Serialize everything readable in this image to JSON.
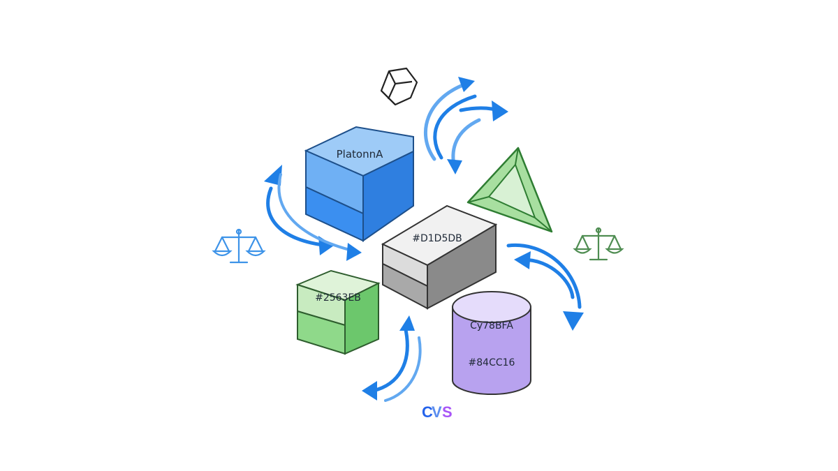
{
  "diagram": {
    "blocks": {
      "blue_box": {
        "label": "PlatonnA",
        "top": "#9ecbf7",
        "front": "#6fb0f4",
        "front_low": "#3b8ff0",
        "side": "#2f7fe0"
      },
      "gray_box": {
        "label": "#D1D5DB",
        "top": "#f1f1f1",
        "front": "#dcdcdc",
        "front_low": "#a9a9a9",
        "side": "#8a8a8a"
      },
      "green_box": {
        "label": "#2563EB",
        "top": "#dff3d9",
        "front": "#c8ebc0",
        "front_low": "#8fd98a",
        "side": "#6cc76c"
      },
      "cylinder": {
        "label_top": "Cy78BFA",
        "label_body": "#84CC16",
        "top": "#e5dcfb",
        "body": "#b8a2ef"
      }
    },
    "logo_text": {
      "c": "C",
      "v": "V",
      "s": "S"
    },
    "colors": {
      "arrow": "#1f7fe6",
      "arrow_light": "#62a8f0",
      "outline": "#222222",
      "scale_blue": "#3d93e8",
      "scale_green": "#4f8d52",
      "triangle_fill": "#a8dfa0",
      "triangle_stroke": "#2e7d32",
      "logo_c": "#2563EB",
      "logo_v": "#5b8def",
      "logo_s": "#a855f7"
    },
    "icons": [
      "hexagon-prism-icon",
      "scale-icon",
      "triangle-pyramid-icon",
      "cycle-arrow-icon"
    ]
  }
}
